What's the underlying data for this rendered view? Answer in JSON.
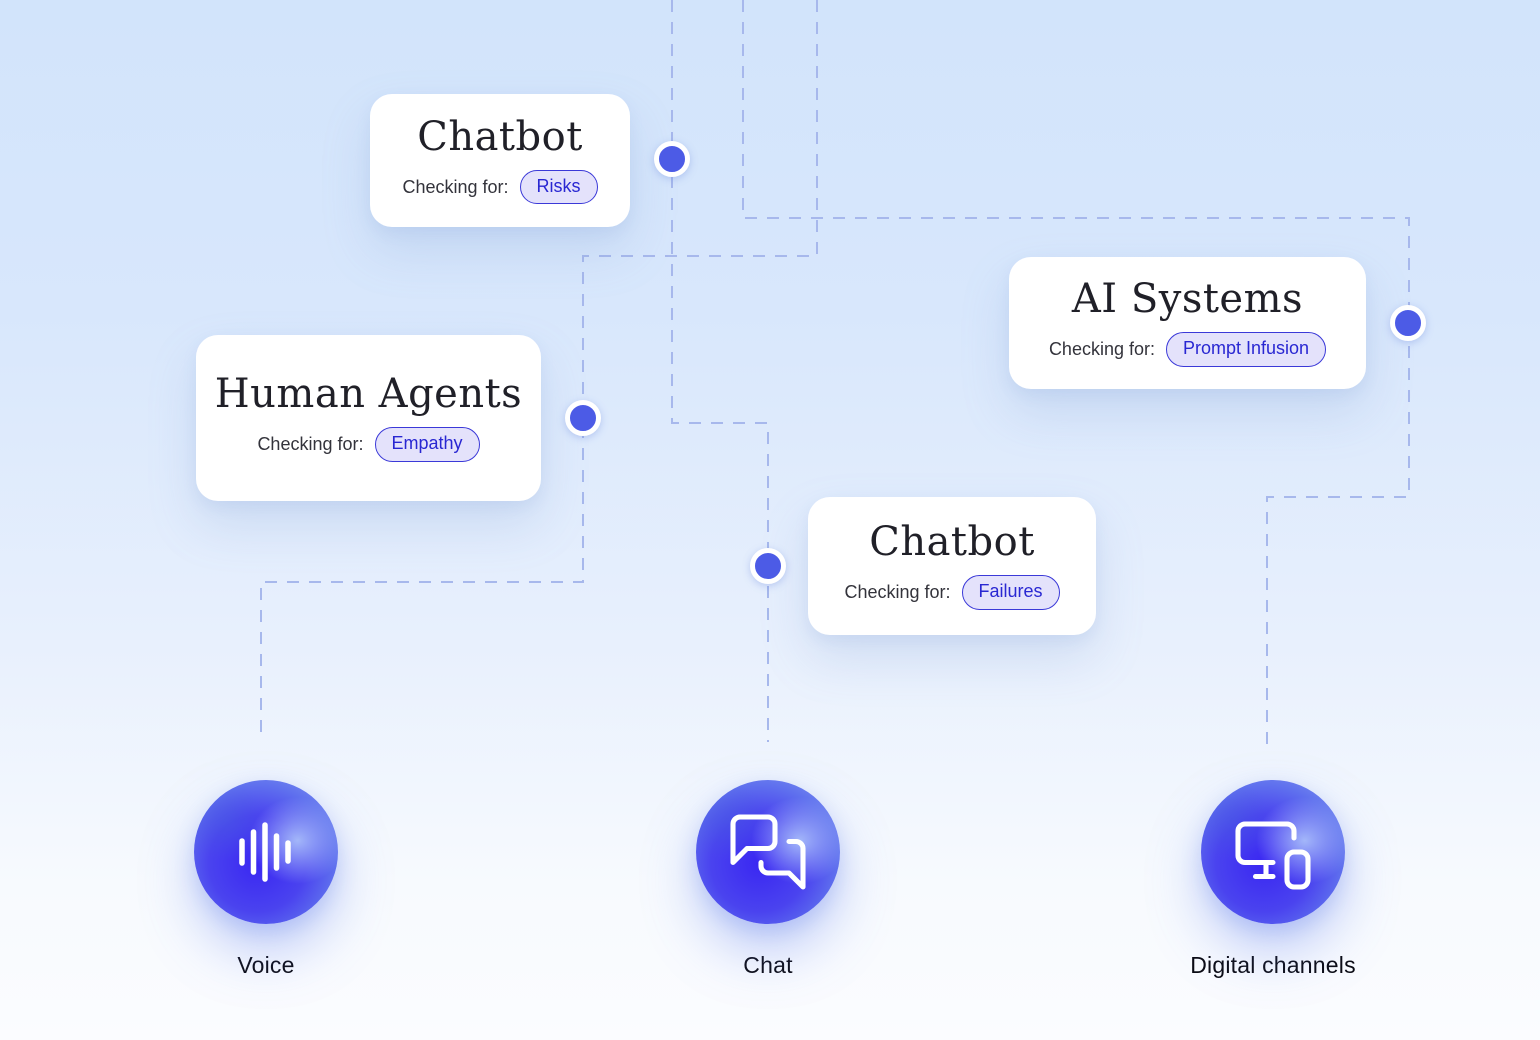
{
  "diagram": {
    "cards": [
      {
        "title": "Chatbot",
        "checking_label": "Checking for:",
        "tag": "Risks"
      },
      {
        "title": "Human Agents",
        "checking_label": "Checking for:",
        "tag": "Empathy"
      },
      {
        "title": "AI Systems",
        "checking_label": "Checking for:",
        "tag": "Prompt Infusion"
      },
      {
        "title": "Chatbot",
        "checking_label": "Checking for:",
        "tag": "Failures"
      }
    ],
    "channels": [
      {
        "label": "Voice",
        "icon": "voice-waveform-icon"
      },
      {
        "label": "Chat",
        "icon": "chat-bubbles-icon"
      },
      {
        "label": "Digital channels",
        "icon": "monitor-smartphone-icon"
      }
    ],
    "colors": {
      "node_dot": "#4c5be6",
      "connector_dash": "#a7b8ec",
      "pill_background": "#e4e2fb",
      "pill_border": "#3b39d8",
      "pill_text": "#2927d2",
      "card_background": "#ffffff",
      "title_text": "#202028",
      "background_top": "#d2e4fb",
      "background_bottom": "#fbfcff"
    }
  }
}
